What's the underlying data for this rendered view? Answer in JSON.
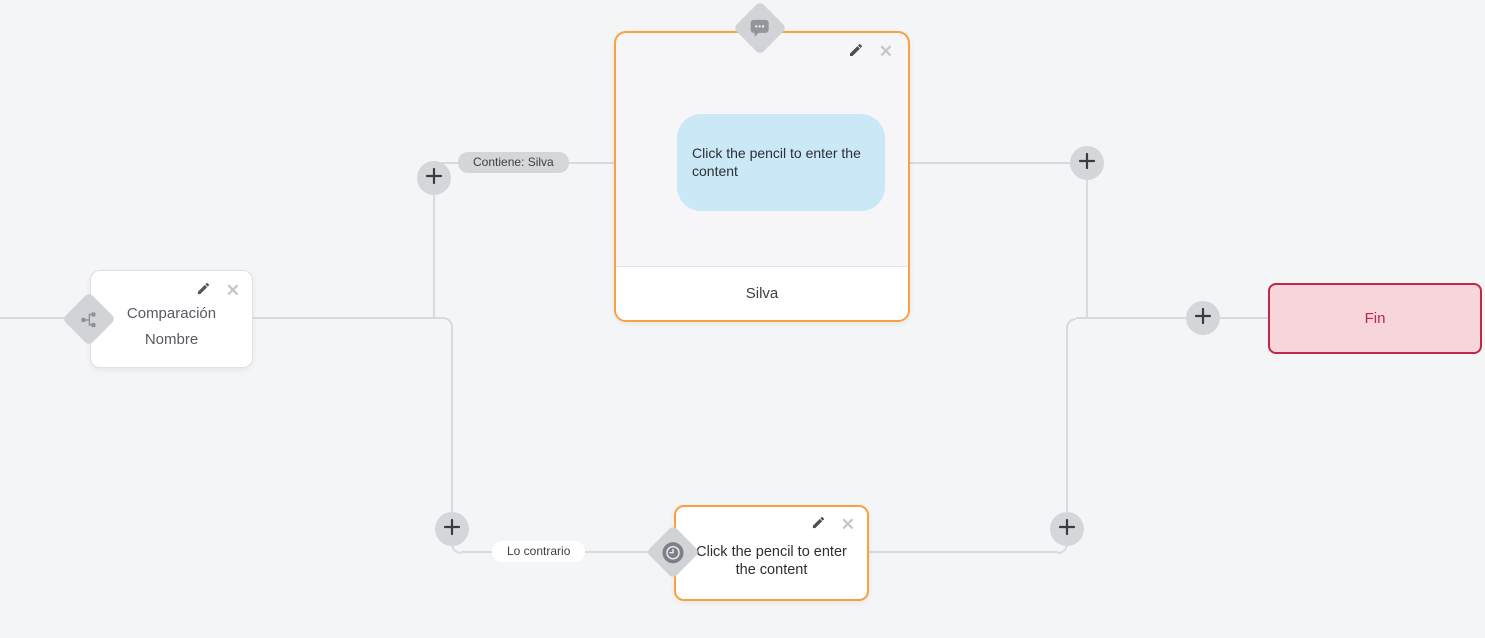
{
  "app": {
    "background_color": "#f4f5f6",
    "accent_orange": "#f8a13e",
    "connector_color": "#d9dadd"
  },
  "nodes": {
    "comparison": {
      "line1": "Comparación",
      "line2": "Nombre",
      "icon": "branch-icon"
    },
    "message": {
      "bubble_text": "Click the pencil to enter the content",
      "footer_label": "Silva",
      "icon": "chat-bubble-icon",
      "bubble_color": "#cbe8f7",
      "border_color": "#f8a13e"
    },
    "delay": {
      "body_text": "Click the pencil to enter the content",
      "icon": "clock-icon",
      "border_color": "#f8a13e"
    },
    "end": {
      "label": "Fin",
      "background_color": "#f6d5db",
      "border_color": "#c0274a"
    }
  },
  "edge_labels": {
    "contains": "Contiene: Silva",
    "otherwise": "Lo contrario"
  },
  "controls": {
    "edit_icon": "pencil-icon",
    "delete_icon": "close-icon",
    "add_icon": "plus-icon"
  }
}
